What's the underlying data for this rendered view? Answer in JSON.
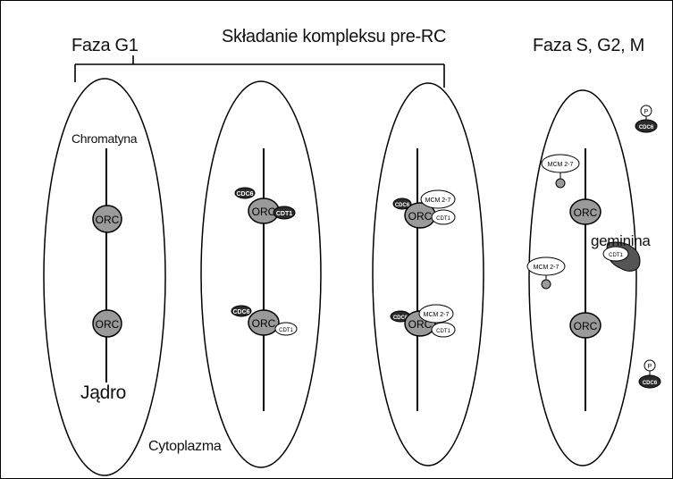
{
  "title": "Składanie kompleksu pre-RC",
  "phase_g1": "Faza G1",
  "phase_sg2m": "Faza S, G2, M",
  "labels": {
    "chromatin": "Chromatyna",
    "nucleus": "Jądro",
    "cytoplasm": "Cytoplazma",
    "geminin": "geminina"
  },
  "proteins": {
    "orc": "ORC",
    "cdc6": "CDC6",
    "cdt1": "CDT1",
    "mcm": "MCM 2-7",
    "phospho": "P"
  },
  "colors": {
    "outline": "#000000",
    "orc_fill": "#9a9a9a",
    "cdc6_fill": "#2b2b2b",
    "geminin_fill": "#555555",
    "white": "#ffffff"
  }
}
